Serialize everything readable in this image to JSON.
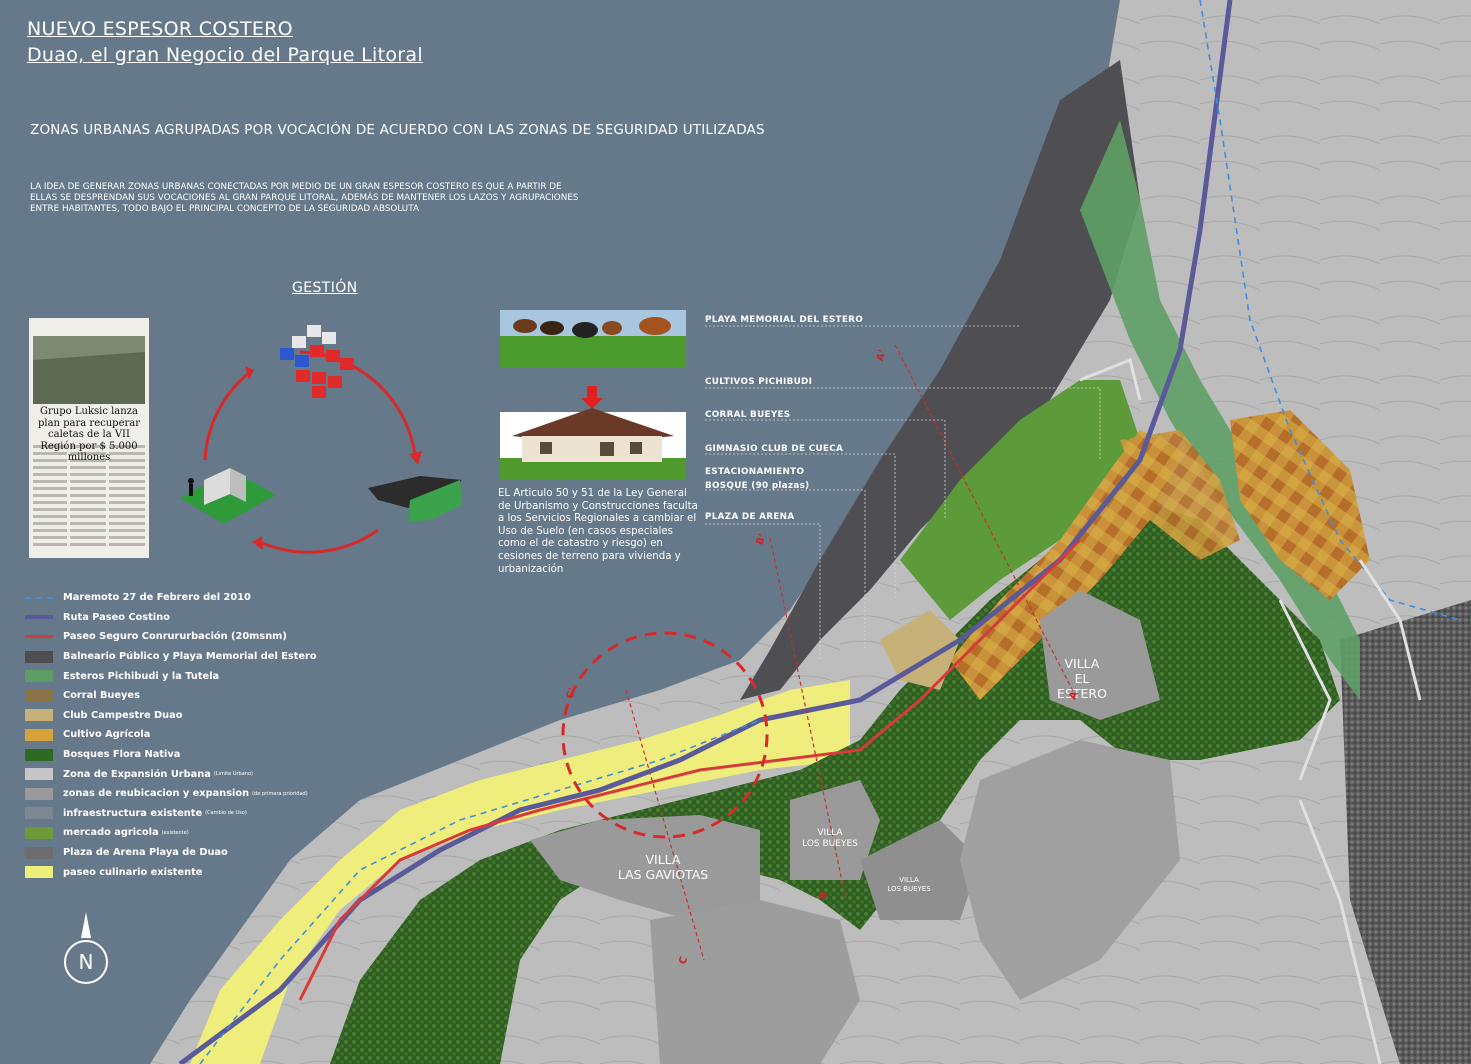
{
  "header": {
    "title_line1": "NUEVO ESPESOR COSTERO",
    "title_line2": "Duao, el gran Negocio del Parque Litoral",
    "subtitle": "ZONAS URBANAS AGRUPADAS POR VOCACIÓN DE ACUERDO CON LAS ZONAS DE SEGURIDAD UTILIZADAS",
    "intro": "LA IDEA DE GENERAR ZONAS URBANAS CONECTADAS POR MEDIO DE UN GRAN ESPESOR COSTERO ES QUE A PARTIR DE ELLAS SE DESPRENDAN SUS VOCACIONES AL GRAN PARQUE LITORAL, ADEMÁS DE MANTENER LOS LAZOS Y AGRUPACIONES ENTRE HABITANTES, TODO BAJO EL PRINCIPAL CONCEPTO DE LA SEGURIDAD ABSOLUTA"
  },
  "gestion": {
    "title": "GESTIÓN",
    "newspaper_headline": "Grupo Luksic lanza plan para recuperar caletas de la VII Región por $ 5.000 millones",
    "article_text": "EL Articulo 50 y 51 de la Ley General de Urbanismo y Construcciones faculta a los Servicios Regionales a cambiar el Uso de Suelo (en casos especiales como el de catastro y riesgo) en cesiones de terreno para vivienda y urbanización"
  },
  "callouts": [
    "PLAYA MEMORIAL DEL ESTERO",
    "CULTIVOS PICHIBUDI",
    "CORRAL BUEYES",
    "GIMNASIO CLUB DE CUECA",
    "ESTACIONAMIENTO",
    "BOSQUE (90 plazas)",
    "PLAZA DE ARENA"
  ],
  "legend": [
    {
      "label": "Maremoto 27 de Febrero del 2010",
      "kind": "dashed",
      "color": "#3f8fe0"
    },
    {
      "label": "Ruta Paseo Costino",
      "kind": "line",
      "color": "#5b5a99"
    },
    {
      "label": "Paseo Seguro Conrururbación (20msnm)",
      "kind": "line",
      "color": "#d83a3a"
    },
    {
      "label": "Balneario Público y Playa Memorial del Estero",
      "kind": "swatch",
      "color": "#4e4e52"
    },
    {
      "label": "Esteros Pichibudi y la Tutela",
      "kind": "swatch",
      "color": "#5e9e66"
    },
    {
      "label": "Corral Bueyes",
      "kind": "swatch",
      "color": "#8a7446"
    },
    {
      "label": "Club Campestre Duao",
      "kind": "swatch",
      "color": "#c8b178"
    },
    {
      "label": "Cultivo Agrícola",
      "kind": "swatch",
      "color": "#d6a23a"
    },
    {
      "label": "Bosques Flora Nativa",
      "kind": "swatch",
      "color": "#2f6a25"
    },
    {
      "label": "Zona de Expansión Urbana",
      "note": "(Limite Urbano)",
      "kind": "swatch",
      "color": "#c6c6c6"
    },
    {
      "label": "zonas de reubicacion y expansion",
      "note": "(de primera prioridad)",
      "kind": "swatch",
      "color": "#9a9a9a"
    },
    {
      "label": "infraestructura existente",
      "note": "(Cambio de Uso)",
      "kind": "swatch",
      "color": "#7d8794"
    },
    {
      "label": "mercado agricola",
      "note": "(existente)",
      "kind": "swatch",
      "color": "#6e9a3a"
    },
    {
      "label": "Plaza de Arena Playa de Duao",
      "kind": "swatch",
      "color": "#6d6d6d"
    },
    {
      "label": "paseo culinario existente",
      "kind": "swatch",
      "color": "#f0ee7a"
    }
  ],
  "villages": {
    "estero_1": "VILLA",
    "estero_2": "EL ESTERO",
    "gaviotas_1": "VILLA",
    "gaviotas_2": "LAS GAVIOTAS",
    "bueyes_1": "VILLA",
    "bueyes_2": "LOS BUEYES",
    "bueyes_small_1": "VILLA",
    "bueyes_small_2": "LOS BUEYES"
  },
  "sections": {
    "a_top": "A'",
    "a_bottom": "A",
    "b_top": "B'",
    "b_bottom": "B",
    "c_top": "C'",
    "c_bottom": "C"
  },
  "north": "N"
}
